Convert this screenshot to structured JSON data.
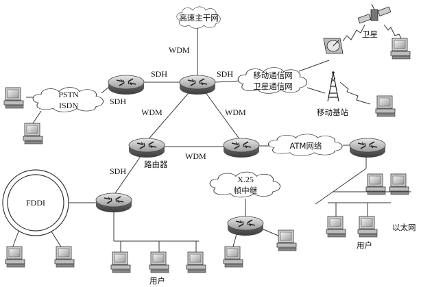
{
  "labels": {
    "backbone": "高速主干网",
    "satellite": "卫星",
    "mobile_net_line1": "移动通信网",
    "mobile_net_line2": "卫星通信网",
    "base_station": "移动基站",
    "pstn": "PSTN",
    "isdn": "ISDN",
    "atm": "ATM网络",
    "x25_line1": "X.25",
    "x25_line2": "帧中继",
    "fddi": "FDDI",
    "router": "路由器",
    "users_left": "用户",
    "users_right": "用户",
    "ethernet": "以太网"
  },
  "links": {
    "wdm_top": "WDM",
    "sdh_left": "SDH",
    "sdh_right": "SDH",
    "sdh_pstn": "SDH",
    "wdm_mid_left": "WDM",
    "wdm_mid_right": "WDM",
    "wdm_bottom": "WDM",
    "sdh_router_fddi": "SDH"
  }
}
